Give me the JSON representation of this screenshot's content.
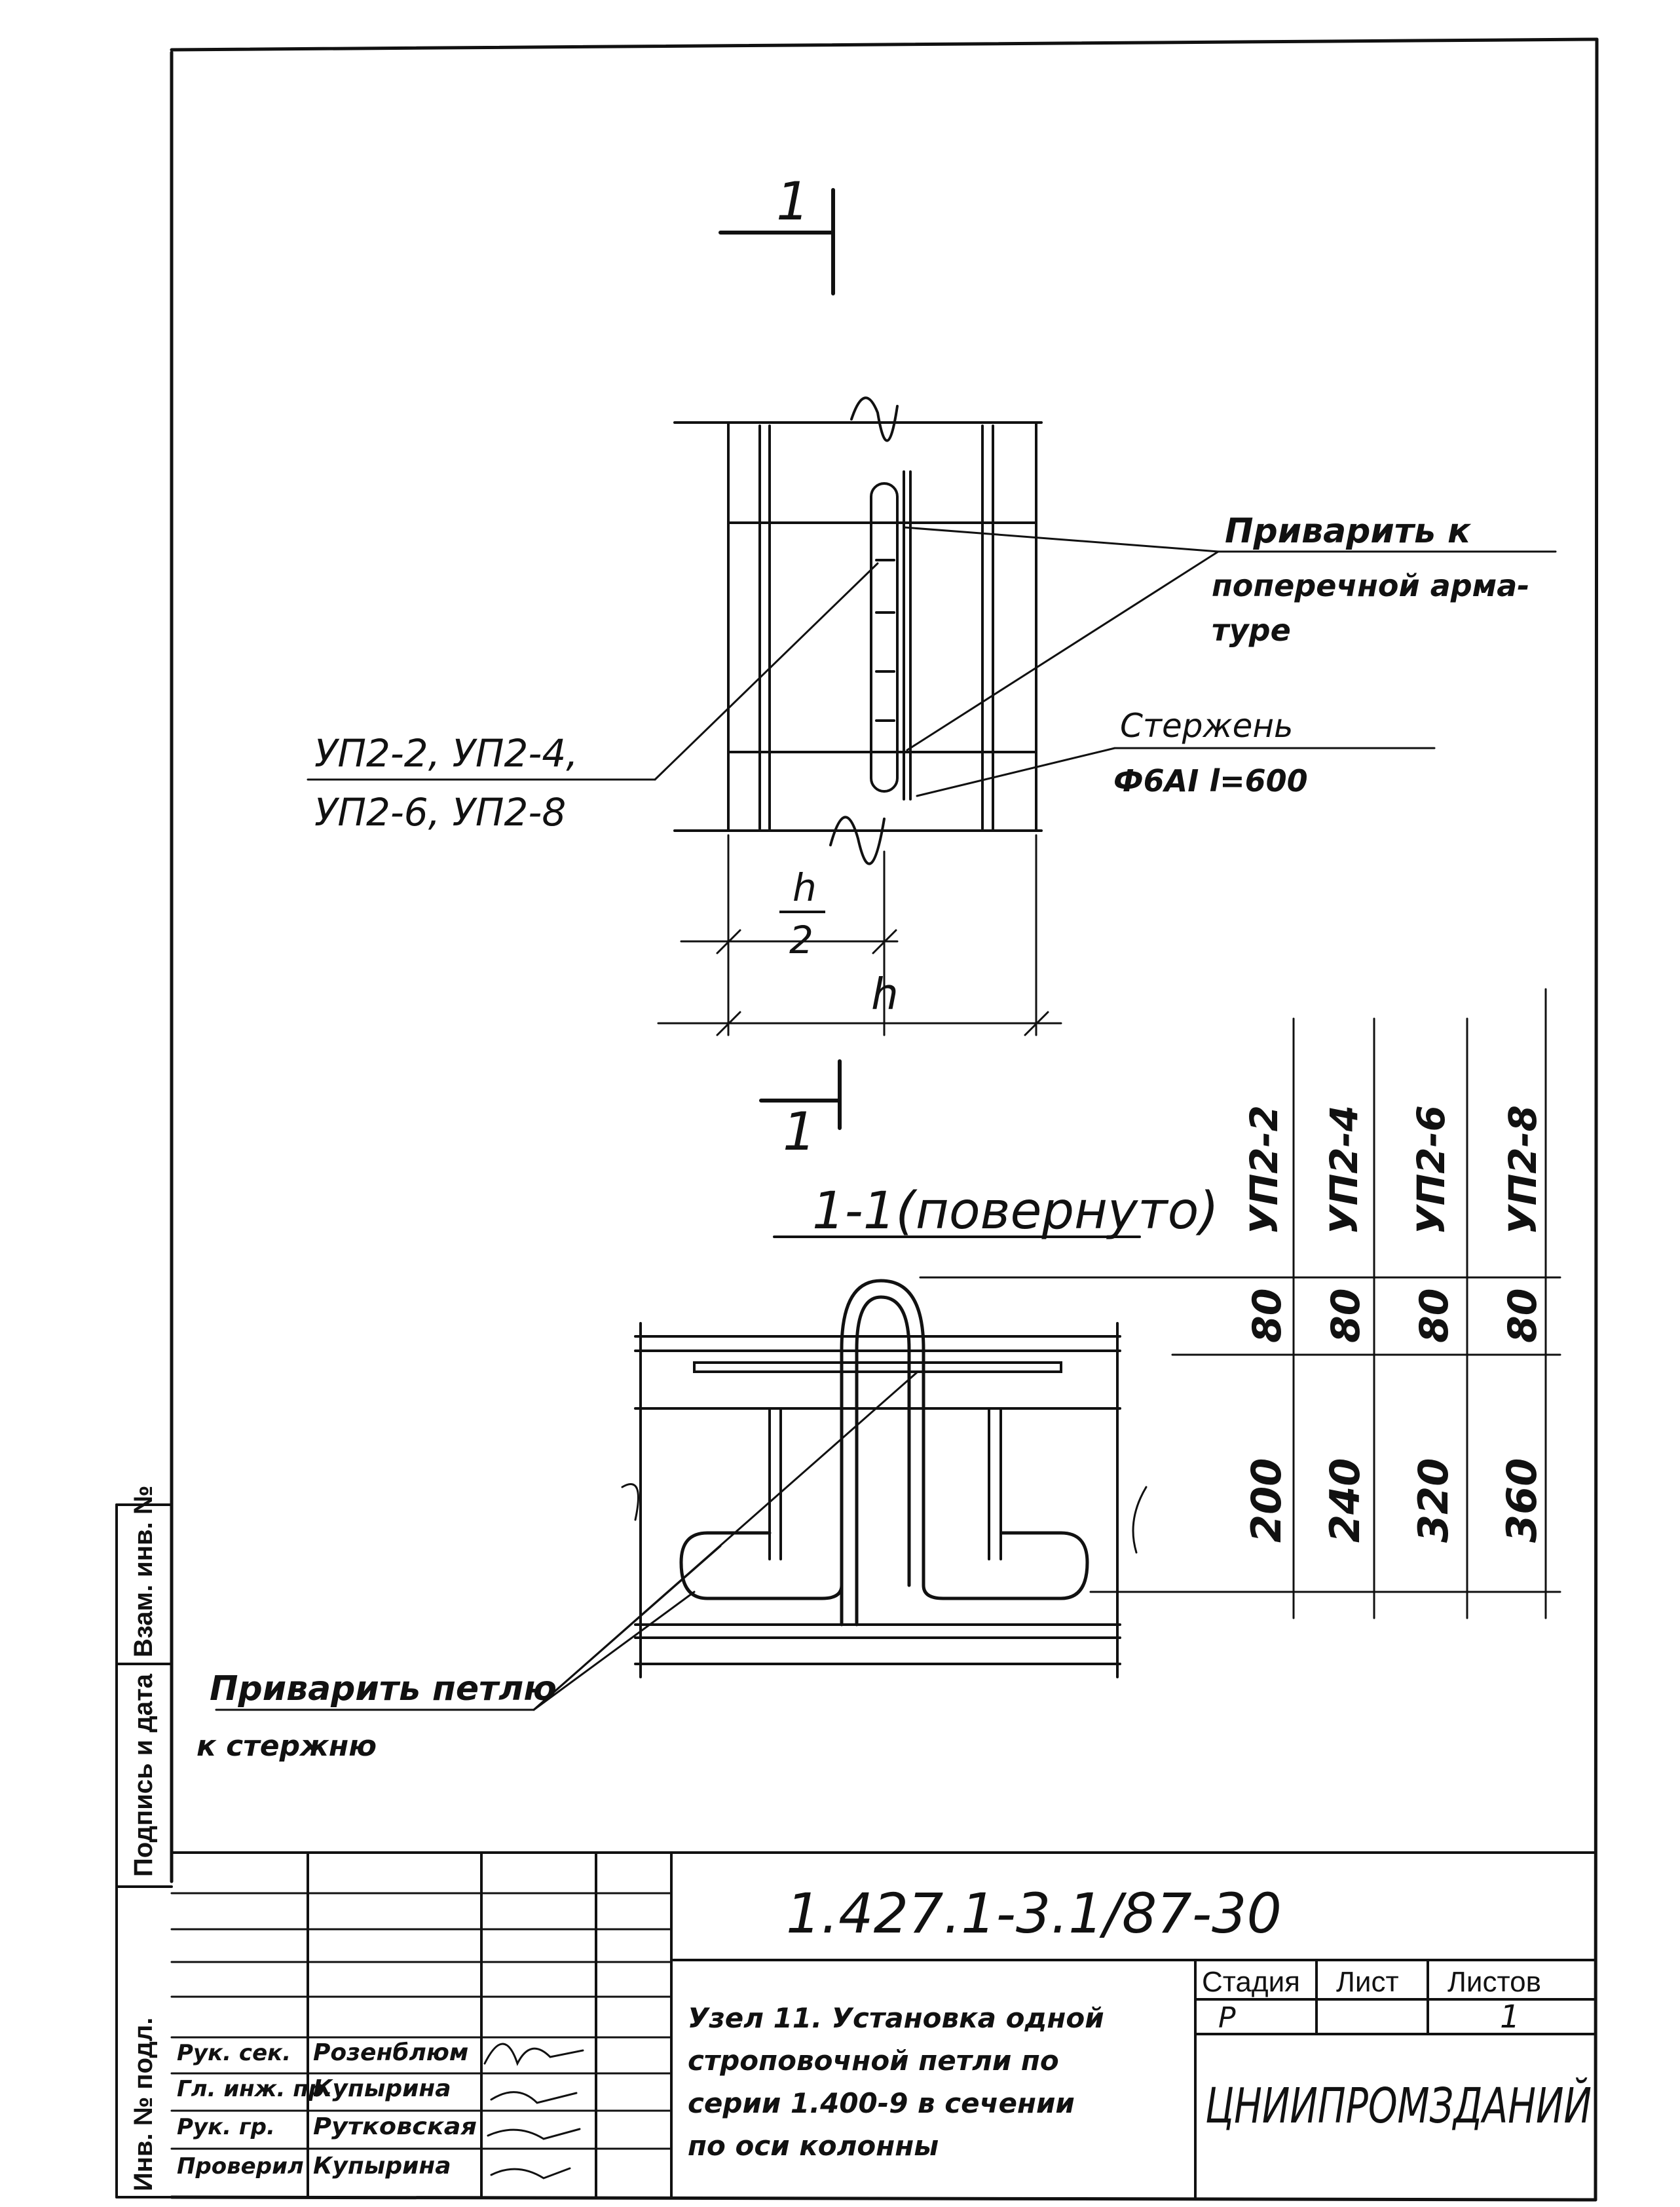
{
  "drawing": {
    "section_mark_top": "1",
    "section_mark_bottom": "1",
    "section_title": "1-1(повернуто)",
    "callout_weld_transverse_line1": "Приварить к",
    "callout_weld_transverse_line2": "поперечной арма-",
    "callout_weld_transverse_line3": "туре",
    "callout_rod_line1": "Стержень",
    "callout_rod_line2": "Ф6АI l=600",
    "callout_marks_line1": "УП2-2, УП2-4,",
    "callout_marks_line2": "УП2-6, УП2-8",
    "dim_half_num": "h",
    "dim_half_den": "2",
    "dim_full": "h",
    "callout_weld_loop_line1": "Приварить петлю",
    "callout_weld_loop_line2": "к стержню"
  },
  "table": {
    "headers": [
      "УП2-2",
      "УП2-4",
      "УП2-6",
      "УП2-8"
    ],
    "row1": [
      "80",
      "80",
      "80",
      "80"
    ],
    "row2": [
      "200",
      "240",
      "320",
      "360"
    ]
  },
  "side_stamp": {
    "inv_podl": "Инв. № подл.",
    "podpis": "Подпись и дата",
    "vzam": "Взам. инв. №"
  },
  "title_block": {
    "code": "1.427.1-3.1/87-30",
    "description_line1": "Узел 11. Установка одной",
    "description_line2": "строповочной петли по",
    "description_line3": "серии 1.400-9 в сечении",
    "description_line4": "по оси колонны",
    "stage_label": "Стадия",
    "sheet_label": "Лист",
    "sheets_label": "Листов",
    "stage_value": "Р",
    "sheets_value": "1",
    "organization": "ЦНИИПРОМЗДАНИЙ",
    "roles": [
      "Рук. сек.",
      "Гл. инж. пр.",
      "Рук. гр.",
      "Проверил"
    ],
    "names": [
      "Розенблюм",
      "Купырина",
      "Рутковская",
      "Купырина"
    ]
  }
}
